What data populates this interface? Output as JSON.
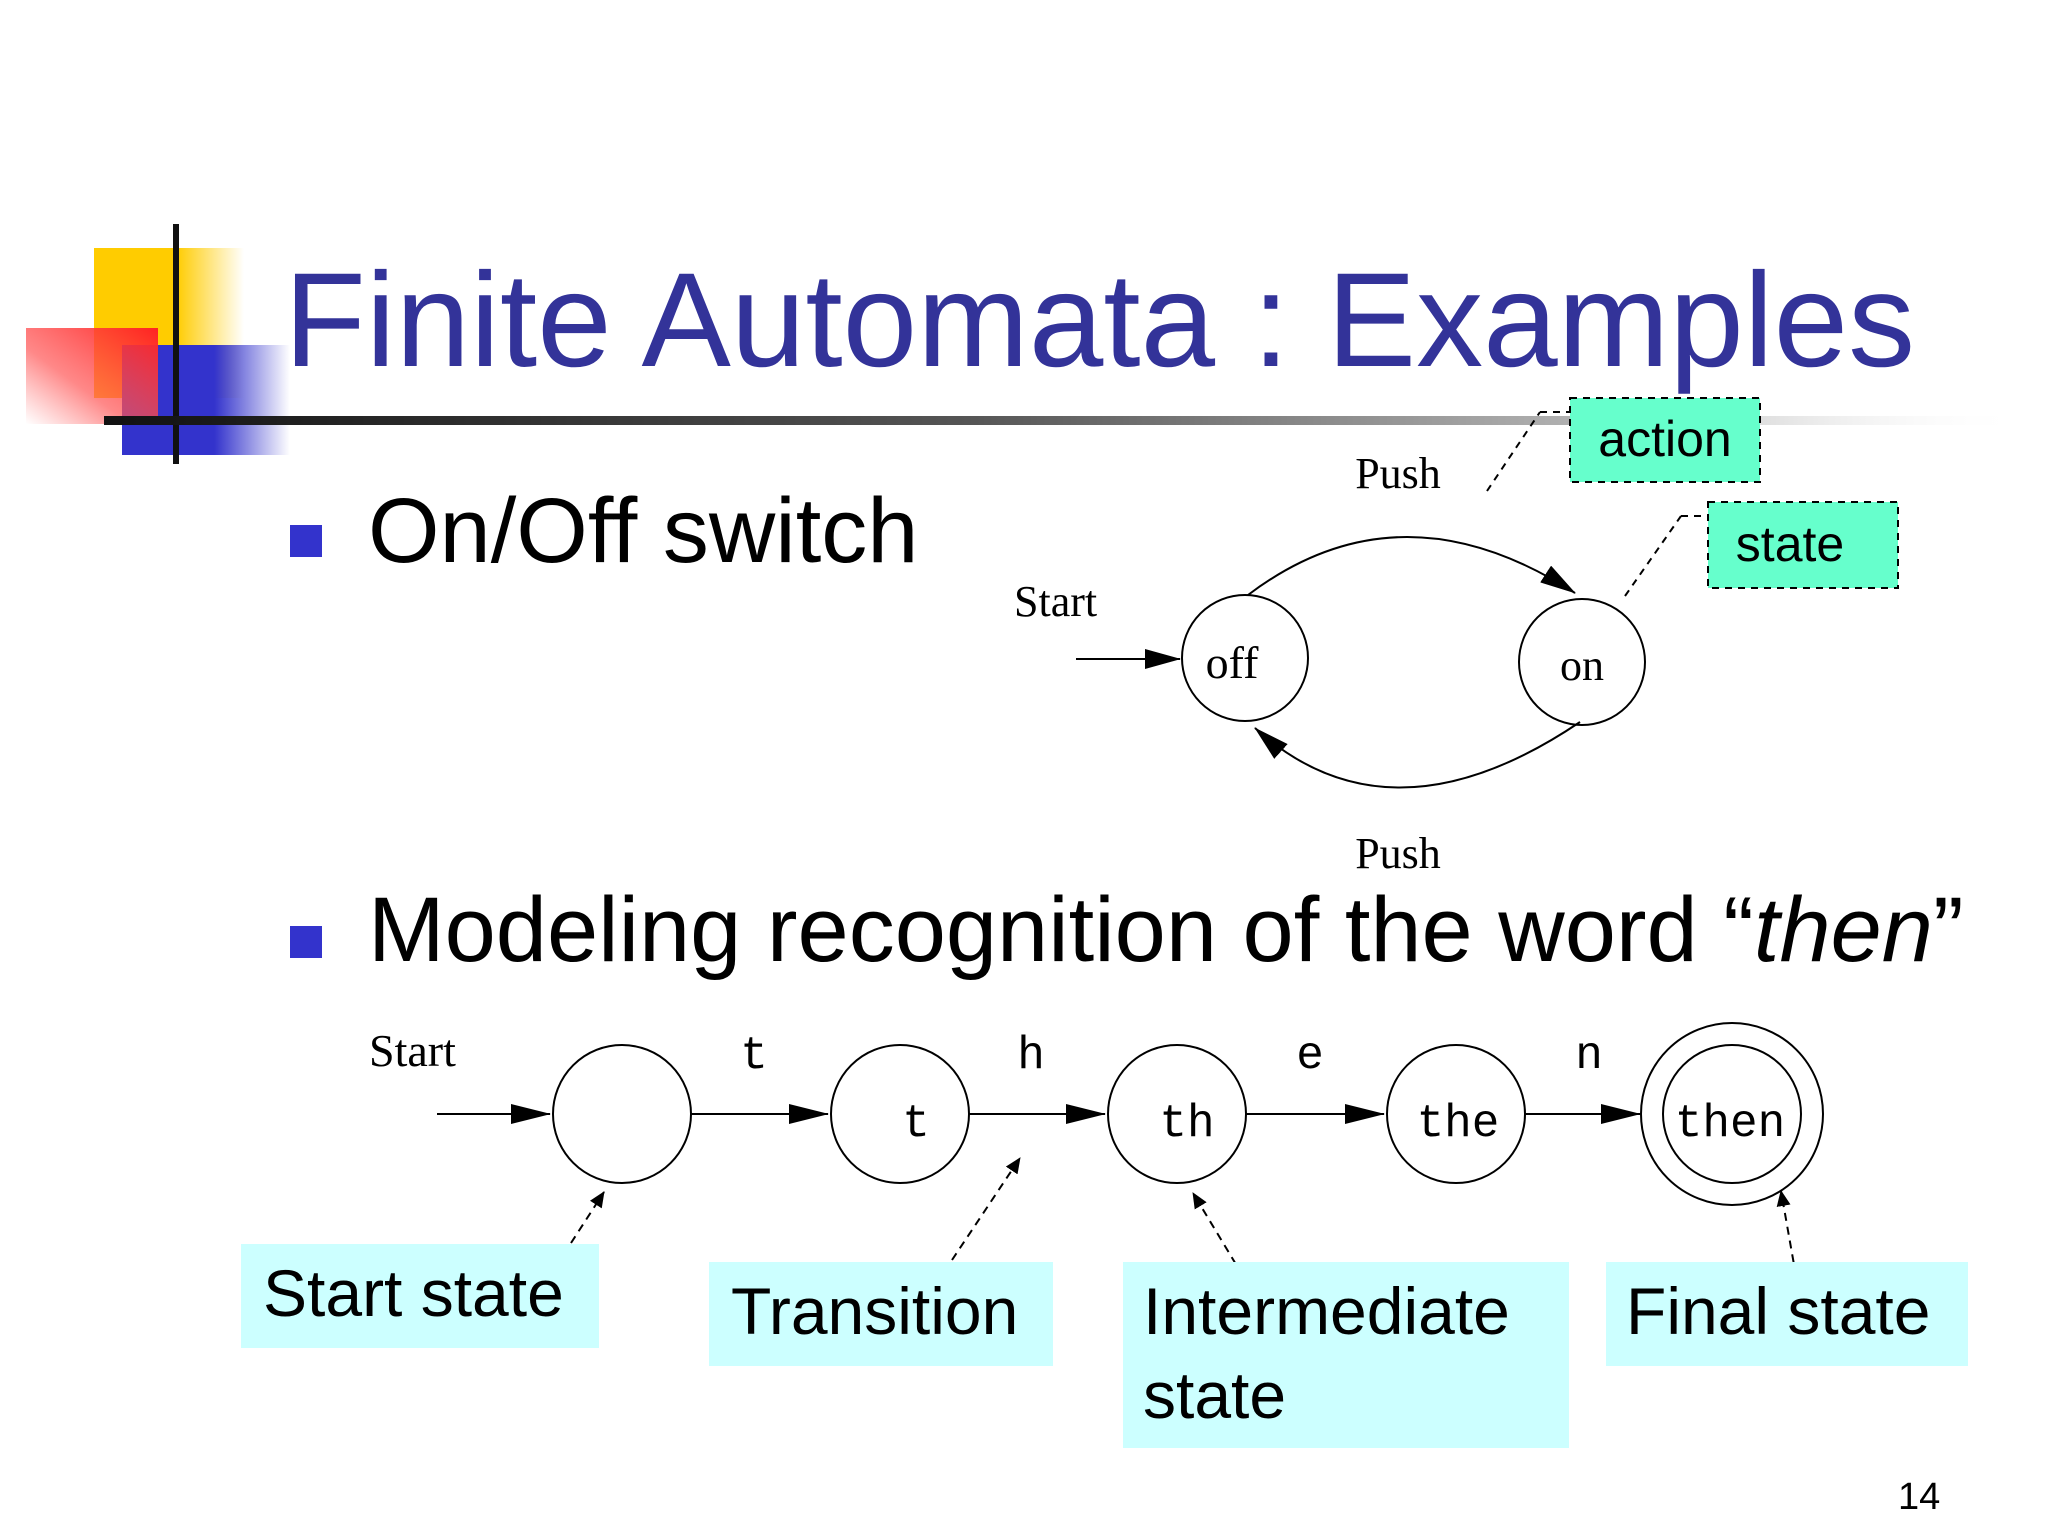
{
  "slide": {
    "title": "Finite Automata : Examples",
    "page_number": "14"
  },
  "bullets": [
    {
      "text": "On/Off switch"
    },
    {
      "text_prefix": "Modeling recognition of the word “",
      "text_italic": "then",
      "text_suffix": "”"
    }
  ],
  "switch_diagram": {
    "start_label": "Start",
    "states": [
      "off",
      "on"
    ],
    "top_edge_label": "Push",
    "bottom_edge_label": "Push",
    "callouts": {
      "action": "action",
      "state": "state"
    }
  },
  "word_diagram": {
    "start_label": "Start",
    "states": [
      "",
      "t",
      "th",
      "the",
      "then"
    ],
    "transitions": [
      "t",
      "h",
      "e",
      "n"
    ],
    "final_state": "then",
    "callouts": {
      "start_state": "Start state",
      "transition": "Transition",
      "intermediate_line1": "Intermediate",
      "intermediate_line2": "state",
      "final_state": "Final state"
    }
  },
  "colors": {
    "title": "#333399",
    "bullet": "#3333cc",
    "callout_top": "#66ffcc",
    "callout_bottom": "#ccffff",
    "deco_yellow": "#ffcc00",
    "deco_red": "#ff3333",
    "deco_blue": "#3333cc"
  }
}
